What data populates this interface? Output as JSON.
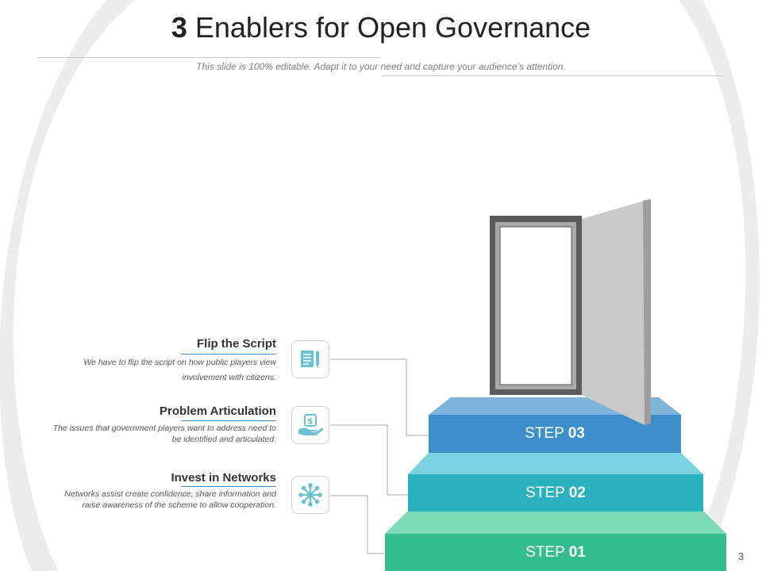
{
  "title": {
    "number": "3",
    "text": "Enablers for Open Governance"
  },
  "subtitle": "This slide is 100% editable. Adapt it to your need and capture your audience’s attention.",
  "steps": [
    {
      "prefix": "STEP",
      "number": "01",
      "color": "#36bd8f"
    },
    {
      "prefix": "STEP",
      "number": "02",
      "color": "#2bb0bf"
    },
    {
      "prefix": "STEP",
      "number": "03",
      "color": "#3d8fc9"
    }
  ],
  "items": [
    {
      "title": "Flip the Script",
      "description": "We have to flip the script on how public players view involvement with citizens.",
      "icon": "notepad-pencil-icon"
    },
    {
      "title": "Problem Articulation",
      "description": "The issues that government players want to address need to be identified and articulated.",
      "icon": "hand-money-icon"
    },
    {
      "title": "Invest in Networks",
      "description": "Networks assist create confidence, share information and raise awareness of the scheme to allow cooperation.",
      "icon": "network-icon"
    }
  ],
  "colors": {
    "accent": "#3d8fc9",
    "icon": "#6cc0d6"
  },
  "page_number": "3"
}
